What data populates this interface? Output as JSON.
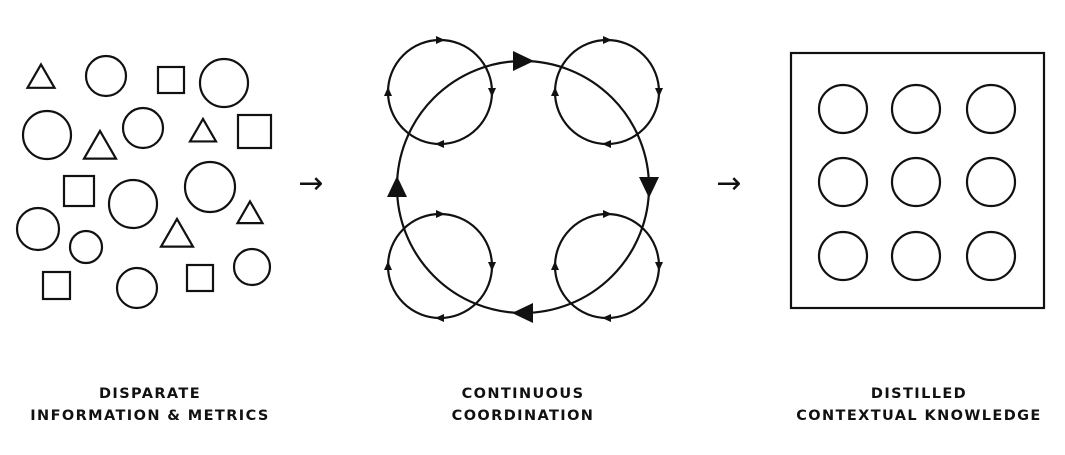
{
  "stages": [
    {
      "line1": "DISPARATE",
      "line2": "INFORMATION & METRICS"
    },
    {
      "line1": "CONTINUOUS",
      "line2": "COORDINATION"
    },
    {
      "line1": "DISTILLED",
      "line2": "CONTEXTUAL KNOWLEDGE"
    }
  ],
  "flow_arrows": [
    "→",
    "→"
  ],
  "colors": {
    "ink": "#111111",
    "background": "#ffffff"
  }
}
